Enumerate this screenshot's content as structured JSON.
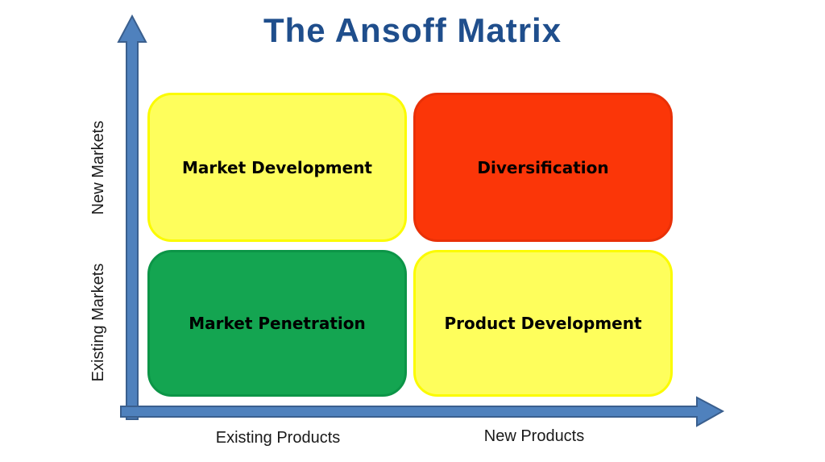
{
  "title": "The Ansoff Matrix",
  "colors": {
    "title_blue": "#1F4E8C",
    "axis_fill": "#4F81BD",
    "axis_stroke": "#3A5F8E",
    "label_text": "#1A1A1A",
    "quadrant_text": "#000000"
  },
  "y_axis": {
    "top_label": "New Markets",
    "bottom_label": "Existing Markets"
  },
  "x_axis": {
    "left_label": "Existing Products",
    "right_label": "New Products"
  },
  "quadrants": [
    {
      "id": "market-development",
      "label": "Market Development",
      "fill": "#FEFE5C",
      "border": "#FBFB00",
      "position": "top-left"
    },
    {
      "id": "diversification",
      "label": "Diversification",
      "fill": "#FB3608",
      "border": "#E93007",
      "position": "top-right"
    },
    {
      "id": "market-penetration",
      "label": "Market Penetration",
      "fill": "#14A551",
      "border": "#0C9547",
      "position": "bottom-left"
    },
    {
      "id": "product-development",
      "label": "Product Development",
      "fill": "#FEFE5C",
      "border": "#FBFB00",
      "position": "bottom-right"
    }
  ]
}
